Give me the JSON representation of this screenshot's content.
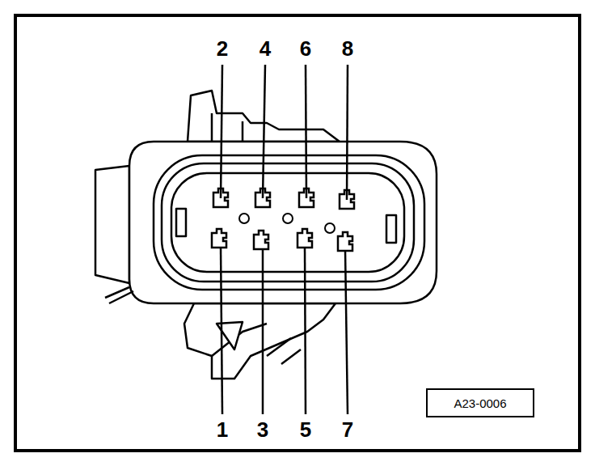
{
  "diagram": {
    "nodes": [
      {
        "text": [
          "A23-0006"
        ]
      }
    ],
    "labels": [
      "2",
      "4",
      "6",
      "8",
      "1",
      "3",
      "5",
      "7"
    ]
  }
}
